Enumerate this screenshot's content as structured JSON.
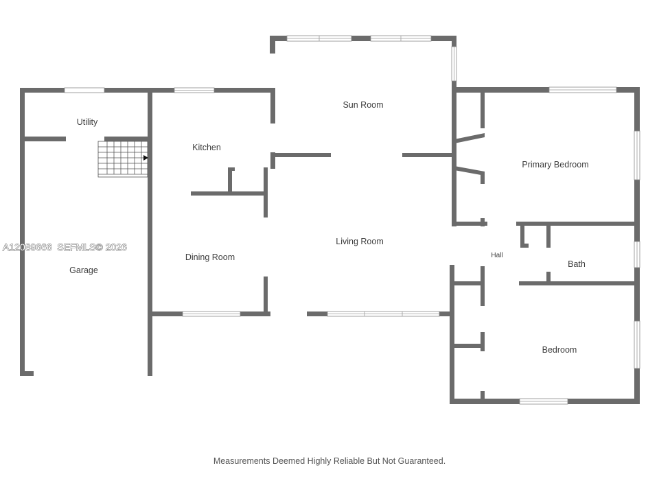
{
  "rooms": {
    "utility": "Utility",
    "kitchen": "Kitchen",
    "sun_room": "Sun Room",
    "primary_bedroom": "Primary Bedroom",
    "garage": "Garage",
    "dining_room": "Dining Room",
    "living_room": "Living Room",
    "hall": "Hall",
    "bath": "Bath",
    "bedroom": "Bedroom"
  },
  "watermark": "A12089666  SEFMLS© 2026",
  "footer": "Measurements Deemed Highly Reliable But Not Guaranteed.",
  "colors": {
    "wall": "#6b6b6b",
    "background": "#ffffff",
    "text": "#3d3d3d"
  }
}
